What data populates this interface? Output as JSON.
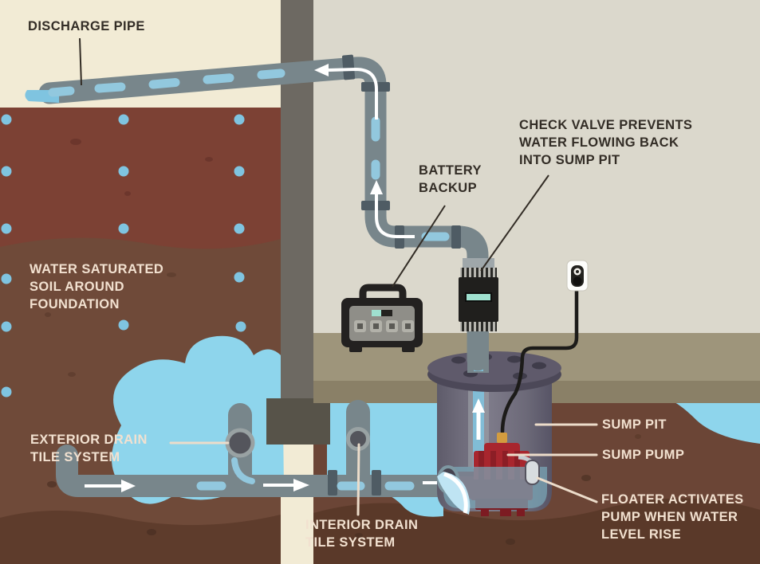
{
  "diagram_title": "Sump pump system cross-section diagram",
  "palette": {
    "cream": "#f2ebd5",
    "interiorWall": "#dbd8cc",
    "wallStrip": "#6d6962",
    "footing": "#575349",
    "soilMaroon": "#7c4134",
    "soilBrown": "#6f4a39",
    "soilDark": "#5e3c2c",
    "soilRight": "#6b4536",
    "soilRightDark": "#5a3929",
    "floor": "#9e957b",
    "floorDark": "#8a8067",
    "pipe": "#78868b",
    "pipeCollar": "#4f5c64",
    "pipeDash": "#92c8de",
    "waterBlob": "#8ed5ec",
    "dot": "#7fc4e0",
    "pitLid": "#5f5a6b",
    "pitLidDark": "#4c4858",
    "pitHole": "#3f3c4a",
    "pitWater": "#7aa7b9",
    "pumpRed": "#a8262e",
    "pumpDark": "#8c1e26",
    "pumpDarker": "#7c1b22",
    "batteryBlack": "#232120",
    "batteryPanel": "#8f8e88",
    "batteryButton": "#b2b1a9",
    "displayTeal": "#9fe0cf",
    "valveBlack": "#201f1d",
    "cordBlack": "#1c1b19",
    "textDark": "#332d26",
    "textCream": "#f2e1d0",
    "leaderCream": "#ecdcca"
  },
  "labels": {
    "discharge": {
      "text": "DISCHARGE PIPE"
    },
    "battery": {
      "line1": "BATTERY",
      "line2": "BACKUP"
    },
    "check_valve": {
      "line1": "CHECK VALVE PREVENTS",
      "line2": "WATER FLOWING BACK",
      "line3": "INTO SUMP PIT"
    },
    "saturated": {
      "line1": "WATER SATURATED",
      "line2": "SOIL AROUND",
      "line3": "FOUNDATION"
    },
    "exterior": {
      "line1": "EXTERIOR DRAIN",
      "line2": "TILE SYSTEM"
    },
    "interior": {
      "line1": "INTERIOR DRAIN",
      "line2": "TILE SYSTEM"
    },
    "sump_pit": {
      "text": "SUMP PIT"
    },
    "sump_pump": {
      "text": "SUMP PUMP"
    },
    "floater": {
      "line1": "FLOATER ACTIVATES",
      "line2": "PUMP WHEN WATER",
      "line3": "LEVEL RISE"
    }
  }
}
